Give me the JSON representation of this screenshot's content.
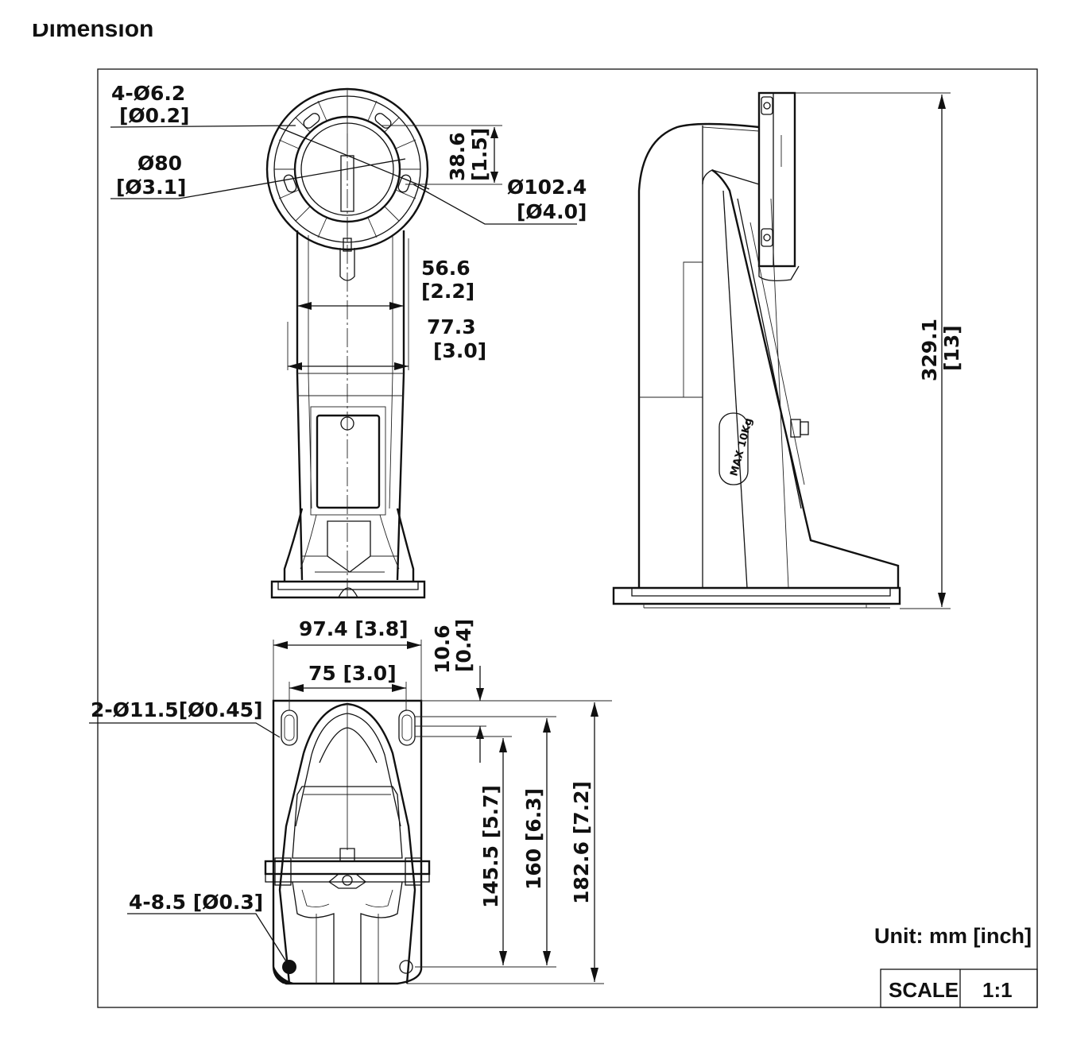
{
  "header": {
    "cut_title": "Dimension"
  },
  "front_view": {
    "holes_label": "4-Ø6.2",
    "holes_label_inch": "[Ø0.2]",
    "inner_dia": "Ø80",
    "inner_dia_inch": "[Ø3.1]",
    "outer_dia": "Ø102.4",
    "outer_dia_inch": "[Ø4.0]",
    "offset": "38.6",
    "offset_inch": "[1.5]",
    "width_small": "56.6",
    "width_small_inch": "[2.2]",
    "width_large": "77.3",
    "width_large_inch": "[3.0]"
  },
  "side_view": {
    "height": "329.1",
    "height_inch": "[13]",
    "stamp": "MAX 10Kg"
  },
  "base_view": {
    "overall_width": "97.4  [3.8]",
    "hole_spacing": "75  [3.0]",
    "edge_offset": "10.6",
    "edge_offset_inch": "[0.4]",
    "slot_label": "2-Ø11.5[Ø0.45]",
    "hole_label": "4-8.5 [Ø0.3]",
    "dim_145": "145.5 [5.7]",
    "dim_160": "160  [6.3]",
    "dim_182": "182.6  [7.2]"
  },
  "footer": {
    "unit": "Unit: mm [inch]",
    "scale_label": "SCALE",
    "scale_value": "1:1"
  }
}
